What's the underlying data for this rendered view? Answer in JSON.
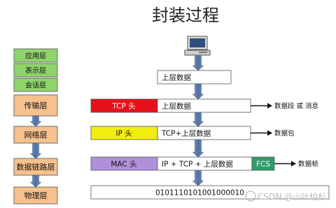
{
  "title": "封装过程",
  "layers": [
    {
      "label": "应用层",
      "color": "#8fd46a"
    },
    {
      "label": "表示层",
      "color": "#8fd46a"
    },
    {
      "label": "会话层",
      "color": "#8fd46a"
    },
    {
      "label": "传输层",
      "color": "#f7c18e"
    },
    {
      "label": "网络层",
      "color": "#f7c18e"
    },
    {
      "label": "数据链路层",
      "color": "#f7c18e"
    },
    {
      "label": "物理层",
      "color": "#f7c18e"
    }
  ],
  "rows": [
    {
      "header": "",
      "header_color": "",
      "payload": "上层数据",
      "trailer": "",
      "trailer_color": "",
      "result": ""
    },
    {
      "header": "TCP 头",
      "header_color": "#e8101a",
      "payload": "上层数据",
      "trailer": "",
      "trailer_color": "",
      "result": "数据段 或 消息"
    },
    {
      "header": "IP 头",
      "header_color": "#f2ee0c",
      "payload": "TCP+上层数据",
      "trailer": "",
      "trailer_color": "",
      "result": "数据包"
    },
    {
      "header": "MAC 头",
      "header_color": "#b090d8",
      "payload": "IP + TCP + 上层数据",
      "trailer": "FCS",
      "trailer_color": "#2f9c6a",
      "result": "数据帧"
    },
    {
      "header": "",
      "header_color": "",
      "payload": "0101110101001000010",
      "trailer": "",
      "trailer_color": "",
      "result": ""
    }
  ],
  "watermark": "CSDN @小叶柏杉",
  "colors": {
    "arrow": "#5b78a8",
    "arrow_dark": "#3f5a86"
  }
}
